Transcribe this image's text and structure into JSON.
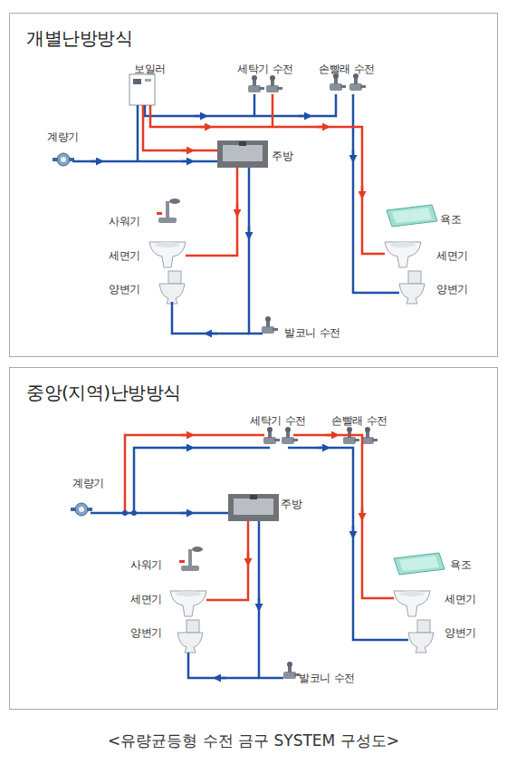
{
  "diagram": {
    "caption": "<유량균등형 수전 금구 SYSTEM 구성도>",
    "nodes": [
      {
        "text": [
          "개별난방방식"
        ]
      },
      {
        "text": [
          "중앙(지역)난방방식"
        ]
      }
    ],
    "labels": [
      "보일러",
      "세탁기 수전",
      "손빨래 수전",
      "계량기",
      "주방",
      "사워기",
      "세면기",
      "양변기",
      "욕조",
      "세면기",
      "양변기",
      "발코니 수전",
      "세탁기 수전",
      "손빨래 수전",
      "계량기",
      "주방",
      "사워기",
      "세면기",
      "양변기",
      "욕조",
      "세면기",
      "양변기",
      "발코니 수전"
    ]
  }
}
